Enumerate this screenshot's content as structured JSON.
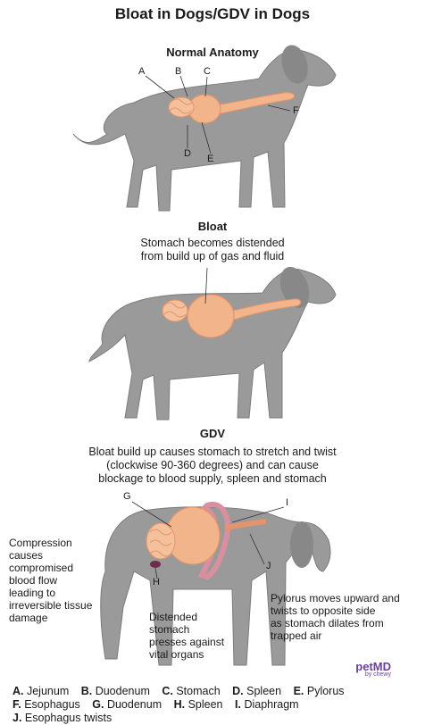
{
  "title": "Bloat in Dogs/GDV in Dogs",
  "sections": {
    "normal": "Normal Anatomy",
    "bloat": "Bloat",
    "bloat_desc": "Stomach becomes distended\nfrom build up of gas and fluid",
    "gdv": "GDV",
    "gdv_desc": "Bloat build up causes stomach to stretch and twist\n(clockwise 90-360 degrees) and can cause\nblockage to blood supply, spleen and stomach"
  },
  "callouts": {
    "compression": "Compression\ncauses\ncompromised\nblood flow\nleading to\nirreversible tissue\ndamage",
    "distended": "Distended\nstomach\npresses against\nvital organs",
    "pylorus": "Pylorus moves upward and\ntwists to opposite side\nas stomach dilates from\ntrapped air"
  },
  "markers": {
    "a": "A",
    "b": "B",
    "c": "C",
    "d": "D",
    "e": "E",
    "f": "F",
    "g": "G",
    "h": "H",
    "i": "I",
    "j": "J"
  },
  "legend": {
    "a": {
      "key": "A.",
      "text": "Jejunum"
    },
    "b": {
      "key": "B.",
      "text": "Duodenum"
    },
    "c": {
      "key": "C.",
      "text": "Stomach"
    },
    "d": {
      "key": "D.",
      "text": "Spleen"
    },
    "e": {
      "key": "E.",
      "text": "Pylorus"
    },
    "f": {
      "key": "F.",
      "text": "Esophagus"
    },
    "g": {
      "key": "G.",
      "text": "Duodenum"
    },
    "h": {
      "key": "H.",
      "text": "Spleen"
    },
    "i": {
      "key": "I.",
      "text": "Diaphragm"
    },
    "j": {
      "key": "J.",
      "text": "Esophagus twists"
    }
  },
  "brand": {
    "name": "petMD",
    "sub": "by chewy"
  },
  "colors": {
    "dog": "#9a9a9a",
    "dog_dark": "#7c7c7c",
    "organ": "#f2b48a",
    "organ_dark": "#e3946a",
    "diaphragm": "#d98fa0",
    "brand": "#6b3fa0"
  }
}
